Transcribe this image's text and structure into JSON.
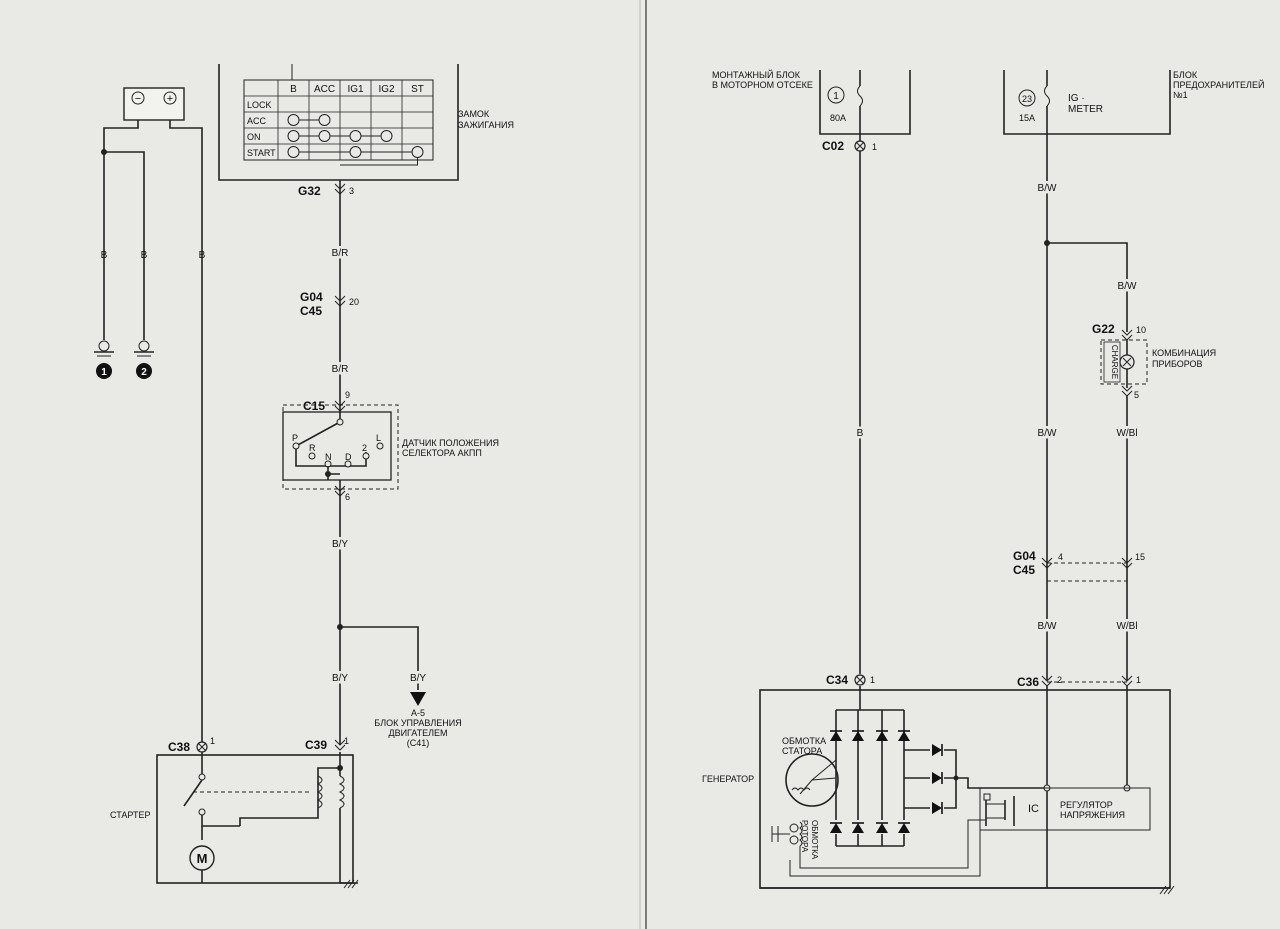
{
  "ignition_table": {
    "columns": [
      "B",
      "ACC",
      "IG1",
      "IG2",
      "ST"
    ],
    "rows": [
      "LOCK",
      "ACC",
      "ON",
      "START"
    ]
  },
  "left": {
    "ignition_switch_label": [
      "ЗАМОК",
      "ЗАЖИГАНИЯ"
    ],
    "g32": "G32",
    "g32_pin": "3",
    "wire_br": "B/R",
    "g04": "G04",
    "c45": "C45",
    "g04_pin": "20",
    "c15": "C15",
    "c15_pin_top": "9",
    "c15_pin_bottom": "6",
    "selector_label": [
      "ДАТЧИК ПОЛОЖЕНИЯ",
      "СЕЛЕКТОРА АКПП"
    ],
    "selector_positions": [
      "P",
      "R",
      "N",
      "D",
      "2",
      "L"
    ],
    "wire_by": "B/Y",
    "ecu_ref": "A-5",
    "ecu_label": [
      "БЛОК УПРАВЛЕНИЯ",
      "ДВИГАТЕЛЕМ",
      "(C41)"
    ],
    "c38": "C38",
    "c38_pin": "1",
    "c39": "C39",
    "c39_pin": "1",
    "starter_label": "СТАРТЕР",
    "motor": "M",
    "wire_b": "B",
    "grounds": [
      "1",
      "2"
    ],
    "battery_minus": "−",
    "battery_plus": "+"
  },
  "right": {
    "engine_block_label": [
      "МОНТАЖНЫЙ БЛОК",
      "В МОТОРНОМ ОТСЕКЕ"
    ],
    "fuse1_num": "1",
    "fuse1_rating": "80A",
    "c02": "C02",
    "c02_pin": "1",
    "fuse_block_label": [
      "БЛОК",
      "ПРЕДОХРАНИТЕЛЕЙ",
      "№1"
    ],
    "fuse23_num": "23",
    "fuse23_rating": "15A",
    "fuse23_name": [
      "IG ·",
      "METER"
    ],
    "wire_bw": "B/W",
    "wire_wbl": "W/Bl",
    "g22": "G22",
    "g22_pin_top": "10",
    "g22_pin_bottom": "5",
    "charge": "CHARGE",
    "cluster_label": [
      "КОМБИНАЦИЯ",
      "ПРИБОРОВ"
    ],
    "g04": "G04",
    "c45": "C45",
    "g04_pin_left": "4",
    "g04_pin_right": "15",
    "c34": "C34",
    "c34_pin": "1",
    "c36": "C36",
    "c36_pin_left": "2",
    "c36_pin_right": "1",
    "wire_b": "B",
    "generator_label": "ГЕНЕРАТОР",
    "stator_label": [
      "ОБМОТКА",
      "СТАТОРА"
    ],
    "rotor_label": [
      "ОБМОТКА",
      "РОТОРА"
    ],
    "ic": "IC",
    "regulator_label": [
      "РЕГУЛЯТОР",
      "НАПРЯЖЕНИЯ"
    ]
  }
}
